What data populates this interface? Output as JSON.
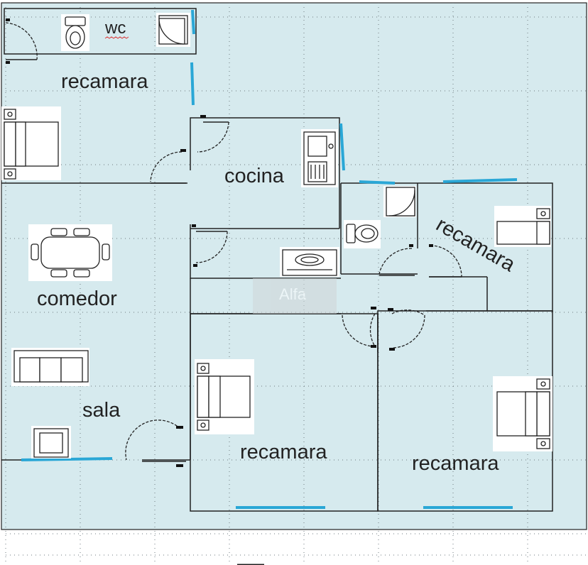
{
  "rooms": {
    "wc": "wc",
    "recamara_top": "recamara",
    "cocina": "cocina",
    "recamara_right": "recamara",
    "comedor": "comedor",
    "sala": "sala",
    "recamara_mid": "recamara",
    "recamara_bottom_right": "recamara"
  },
  "watermark": "Alfa",
  "colors": {
    "floor": "#d6eaee",
    "window": "#2aa7d6",
    "wall": "#222222"
  }
}
